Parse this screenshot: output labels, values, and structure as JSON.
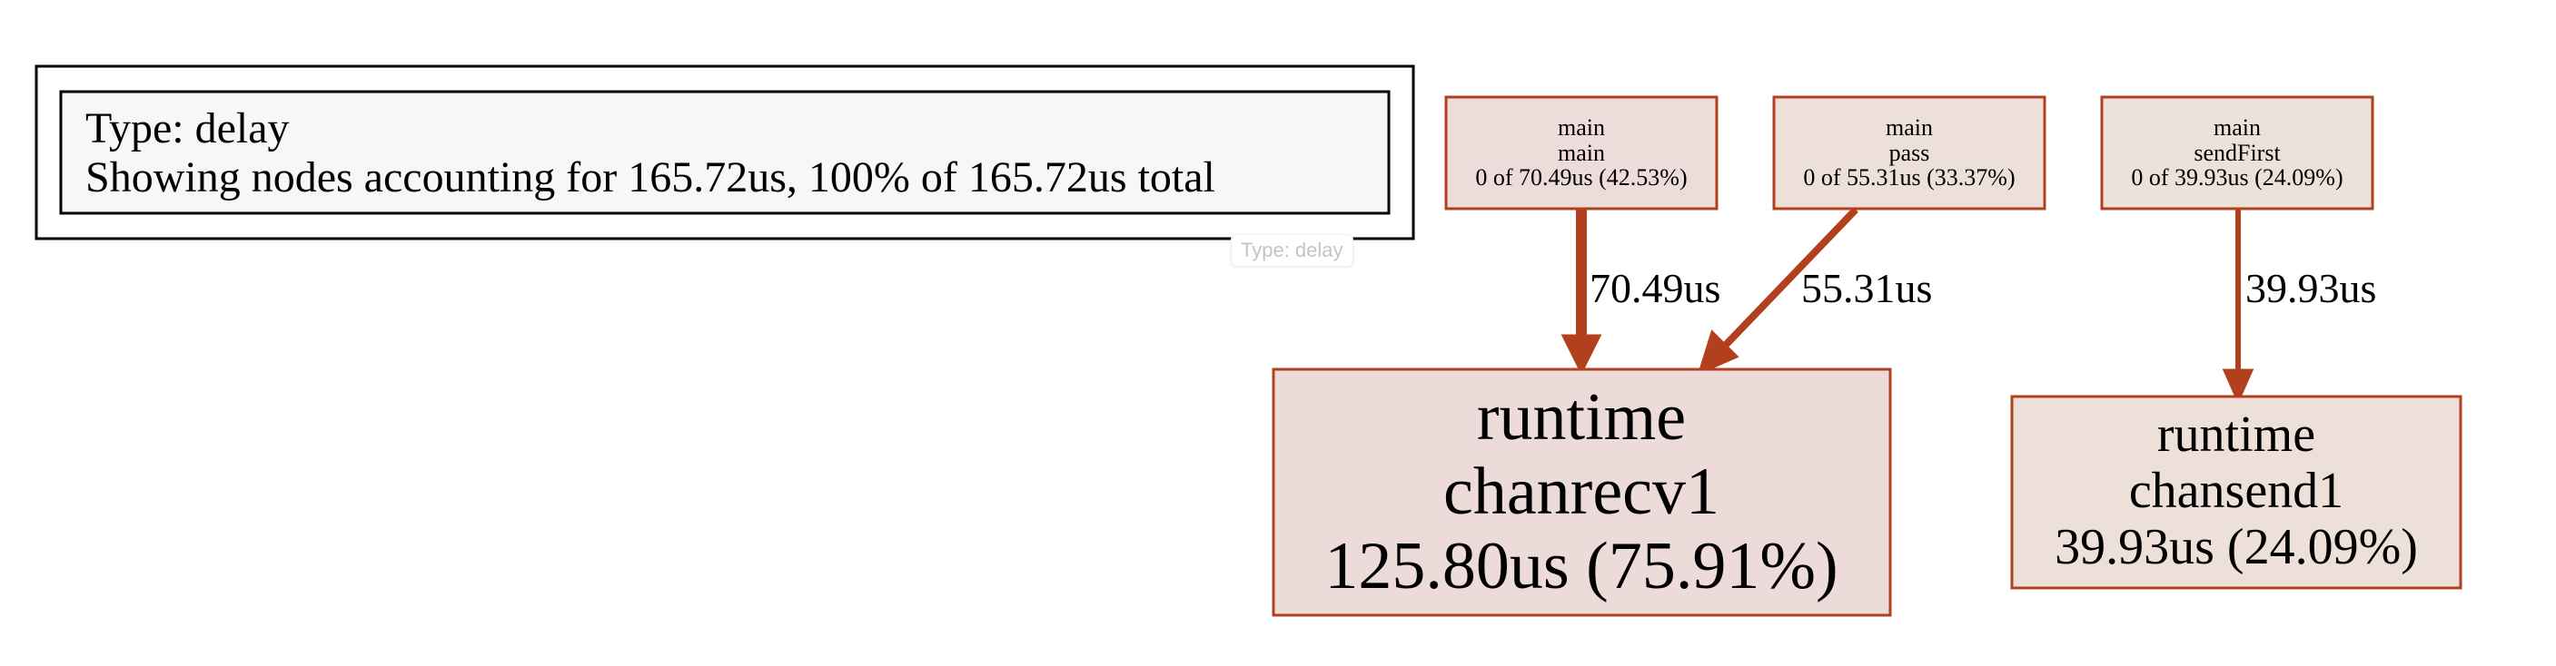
{
  "legend": {
    "line1": "Type: delay",
    "line2": "Showing nodes accounting for 165.72us, 100% of 165.72us total"
  },
  "tooltip": "Type: delay",
  "nodes": {
    "main_main": {
      "line1": "main",
      "line2": "main",
      "line3": "0 of 70.49us (42.53%)"
    },
    "main_pass": {
      "line1": "main",
      "line2": "pass",
      "line3": "0 of 55.31us (33.37%)"
    },
    "main_sendfirst": {
      "line1": "main",
      "line2": "sendFirst",
      "line3": "0 of 39.93us (24.09%)"
    },
    "runtime_chanrecv1": {
      "line1": "runtime",
      "line2": "chanrecv1",
      "line3": "125.80us (75.91%)"
    },
    "runtime_chansend1": {
      "line1": "runtime",
      "line2": "chansend1",
      "line3": "39.93us (24.09%)"
    }
  },
  "edges": {
    "main_to_chanrecv": "70.49us",
    "pass_to_chanrecv": "55.31us",
    "sendfirst_to_chansend": "39.93us"
  },
  "colors": {
    "edge": "#b2401f",
    "node_border": "#b2401f",
    "fill_main": "#eddcda",
    "fill_pass": "#ede0d9",
    "fill_sendfirst": "#ede2da",
    "fill_chanrecv": "#eddbd9",
    "fill_chansend": "#ede0d9"
  }
}
